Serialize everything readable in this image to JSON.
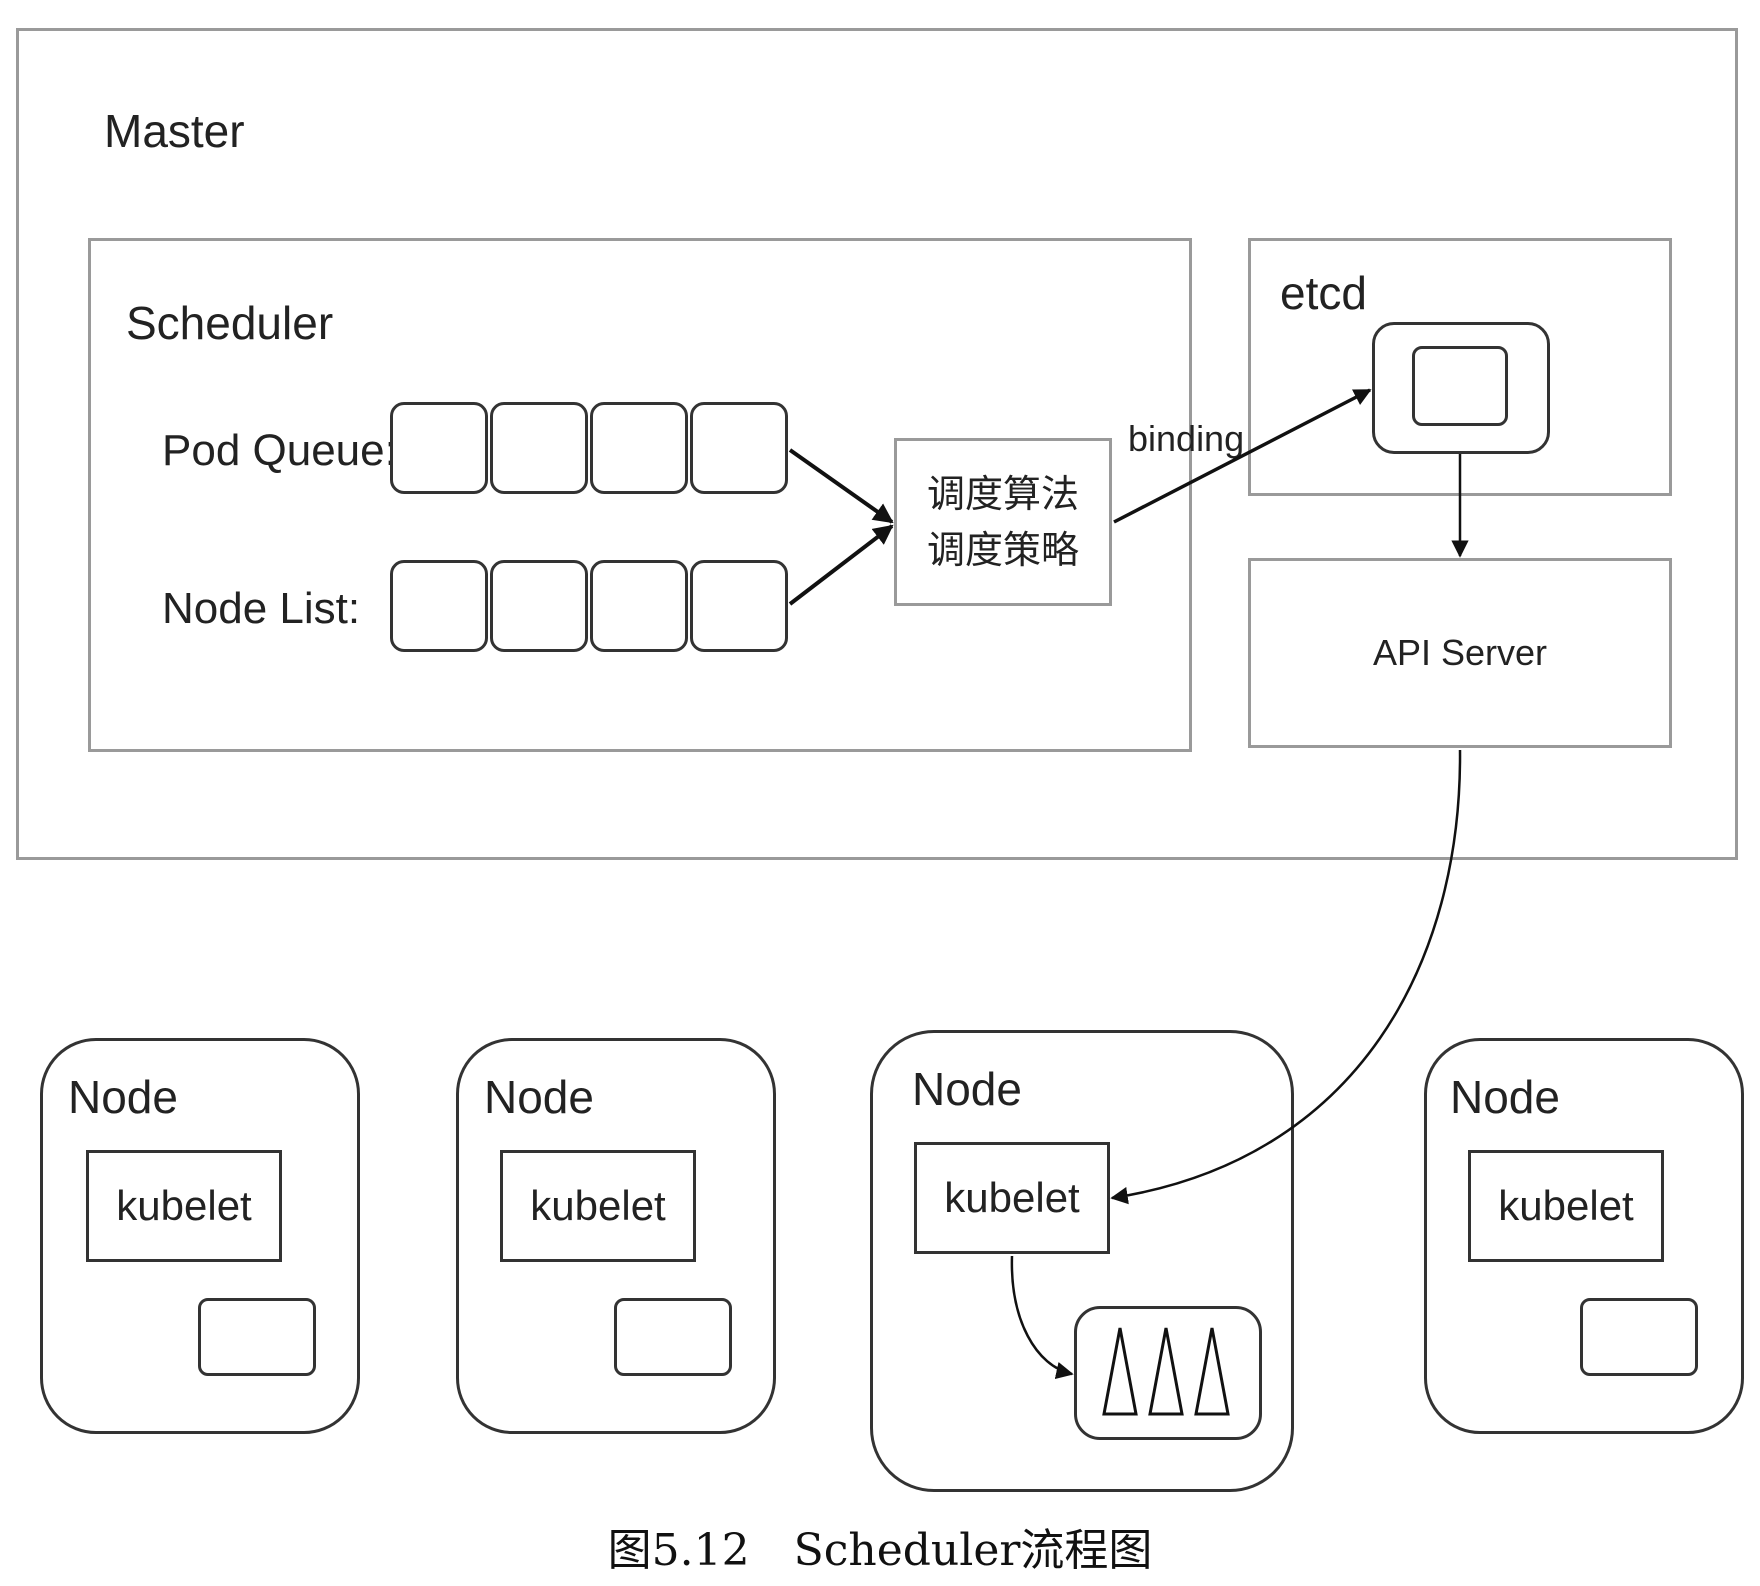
{
  "master": {
    "title": "Master"
  },
  "scheduler": {
    "title": "Scheduler",
    "pod_queue_label": "Pod Queue:",
    "node_list_label": "Node List:",
    "algorithm_line1": "调度算法",
    "algorithm_line2": "调度策略"
  },
  "binding_label": "binding",
  "etcd": {
    "title": "etcd"
  },
  "api_server": {
    "label": "API Server"
  },
  "nodes": [
    {
      "title": "Node",
      "kubelet": "kubelet"
    },
    {
      "title": "Node",
      "kubelet": "kubelet"
    },
    {
      "title": "Node",
      "kubelet": "kubelet"
    },
    {
      "title": "Node",
      "kubelet": "kubelet"
    }
  ],
  "caption": "图5.12　Scheduler流程图"
}
